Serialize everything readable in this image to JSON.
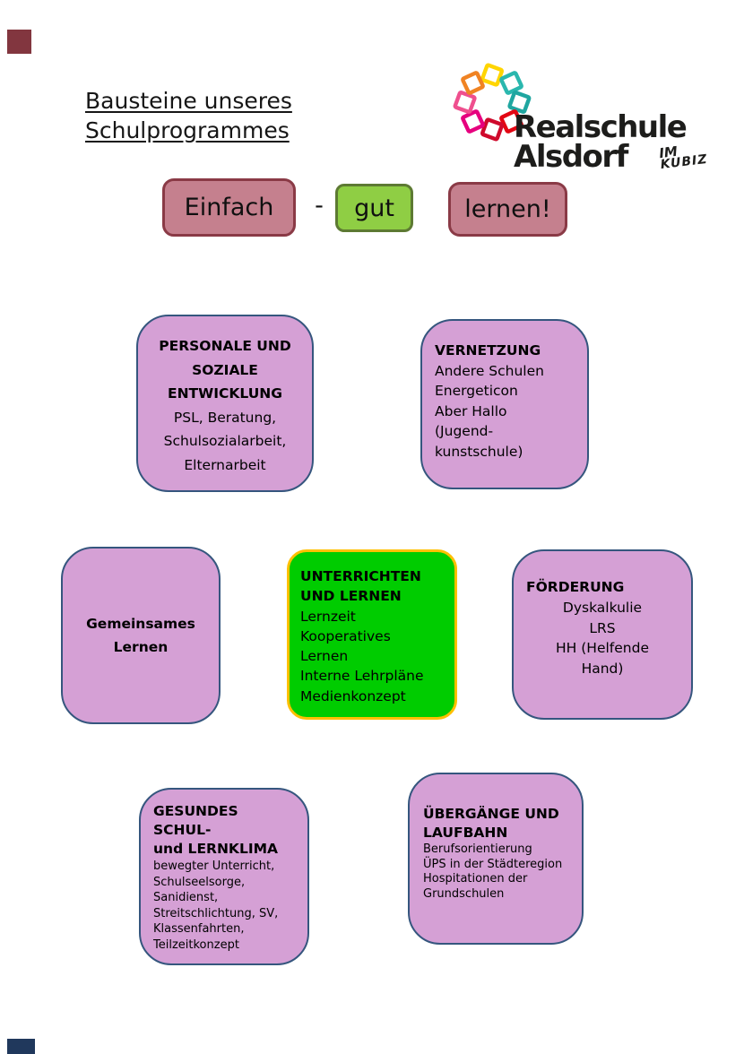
{
  "header": {
    "title": "Bausteine unseres\nSchulprogrammes"
  },
  "logo": {
    "brand": "Realschule\nAlsdorf",
    "tagline_top": "IM",
    "tagline_bottom": "KUBIZ",
    "pinwheel_colors": [
      "#ffd500",
      "#2ab7ae",
      "#1fa6a0",
      "#e30613",
      "#cf0a2c",
      "#e6007e",
      "#ef4f8e",
      "#f08323"
    ]
  },
  "slogan": {
    "einfach": "Einfach",
    "dash": "-",
    "gut": "gut",
    "lernen": "lernen!"
  },
  "blocks": {
    "personale": {
      "title": "PERSONALE UND\nSOZIALE\nENTWICKLUNG",
      "body": "PSL, Beratung,\nSchulsozialarbeit,\nElternarbeit"
    },
    "vernetzung": {
      "title": "VERNETZUNG",
      "body": "Andere Schulen\nEnergeticon\nAber Hallo\n(Jugend-\nkunstschule)"
    },
    "gemeinsames": {
      "title": "Gemeinsames\nLernen"
    },
    "unterrichten": {
      "title": "UNTERRICHTEN\nUND LERNEN",
      "body": "Lernzeit\nKooperatives\nLernen\nInterne Lehrpläne\nMedienkonzept"
    },
    "foerderung": {
      "title": "FÖRDERUNG",
      "body": "Dyskalkulie\nLRS\nHH (Helfende\nHand)"
    },
    "gesundes": {
      "title": "GESUNDES SCHUL-\nund LERNKLIMA",
      "body": "bewegter Unterricht,\nSchulseelsorge,\nSanidienst,\nStreitschlichtung, SV,\nKlassenfahrten,\nTeilzeitkonzept"
    },
    "uebergaenge": {
      "title": "ÜBERGÄNGE UND\nLAUFBAHN",
      "body": "Berufsorientierung\nÜPS in der Städteregion\nHospitationen der\nGrundschulen"
    }
  },
  "palette": {
    "plum_fill": "#d5a0d5",
    "plum_border": "#35567e",
    "center_green_fill": "#00cc00",
    "center_green_border": "#ffc000",
    "slogan_pink_fill": "#c5808e",
    "slogan_pink_border": "#8a3a46",
    "slogan_green_fill": "#8fce44",
    "slogan_green_border": "#5d7a33",
    "corner_top_accent": "#82363f",
    "corner_bottom_accent": "#20385c"
  }
}
